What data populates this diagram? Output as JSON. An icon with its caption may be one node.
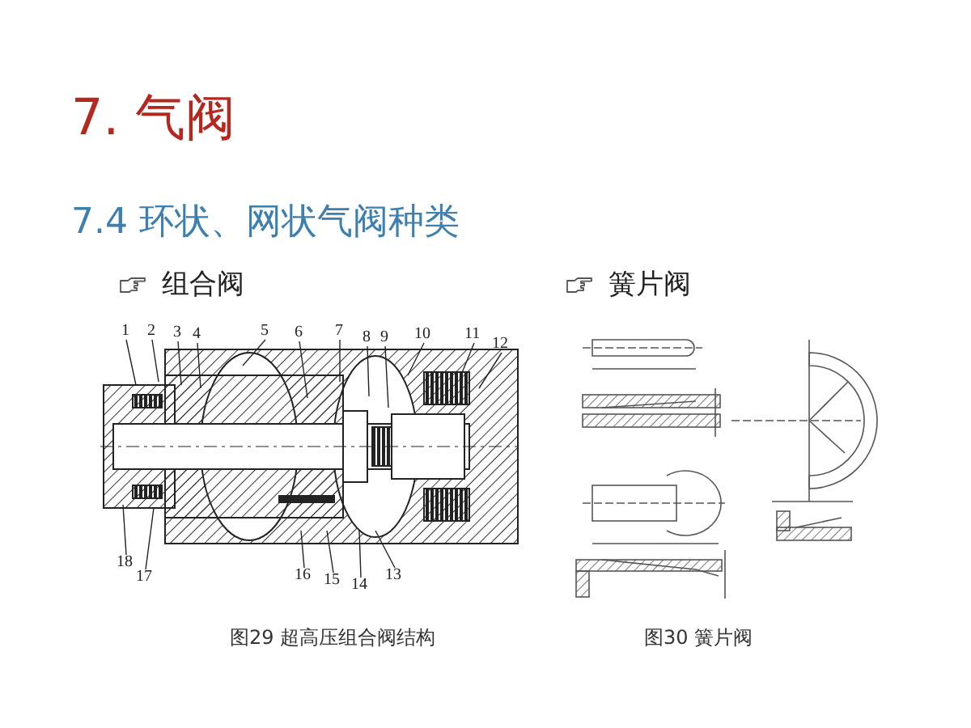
{
  "diagram": {
    "title": "7. 气阀",
    "nodes": [
      {
        "text": [
          "1"
        ]
      },
      {
        "text": [
          "2"
        ]
      },
      {
        "text": [
          "3"
        ]
      },
      {
        "text": [
          "4"
        ]
      },
      {
        "text": [
          "5"
        ]
      },
      {
        "text": [
          "6"
        ]
      },
      {
        "text": [
          "7"
        ]
      },
      {
        "text": [
          "8"
        ]
      },
      {
        "text": [
          "9"
        ]
      },
      {
        "text": [
          "10"
        ]
      },
      {
        "text": [
          "11"
        ]
      },
      {
        "text": [
          "12"
        ]
      },
      {
        "text": [
          "13"
        ]
      },
      {
        "text": [
          "14"
        ]
      },
      {
        "text": [
          "15"
        ]
      },
      {
        "text": [
          "16"
        ]
      },
      {
        "text": [
          "17"
        ]
      },
      {
        "text": [
          "18"
        ]
      }
    ],
    "edges": [
      {
        "from": 0,
        "to": null,
        "arrow": "none"
      },
      {
        "from": 1,
        "to": null,
        "arrow": "none"
      },
      {
        "from": 2,
        "to": null,
        "arrow": "none"
      },
      {
        "from": 3,
        "to": null,
        "arrow": "none"
      },
      {
        "from": 4,
        "to": null,
        "arrow": "none"
      },
      {
        "from": 5,
        "to": null,
        "arrow": "none"
      },
      {
        "from": 6,
        "to": null,
        "arrow": "none"
      },
      {
        "from": 7,
        "to": null,
        "arrow": "none"
      },
      {
        "from": 8,
        "to": null,
        "arrow": "none"
      },
      {
        "from": 9,
        "to": null,
        "arrow": "none"
      },
      {
        "from": 10,
        "to": null,
        "arrow": "none"
      },
      {
        "from": 11,
        "to": null,
        "arrow": "none"
      },
      {
        "from": 12,
        "to": null,
        "arrow": "none"
      },
      {
        "from": 13,
        "to": null,
        "arrow": "none"
      },
      {
        "from": 14,
        "to": null,
        "arrow": "none"
      },
      {
        "from": 15,
        "to": null,
        "arrow": "none"
      },
      {
        "from": 16,
        "to": null,
        "arrow": "none"
      },
      {
        "from": 17,
        "to": null,
        "arrow": "none"
      }
    ],
    "labels": [
      "7.4 环状、网状气阀种类",
      "组合阀",
      "簧片阀",
      "图29 超高压组合阀结构",
      "图30 簧片阀"
    ]
  }
}
